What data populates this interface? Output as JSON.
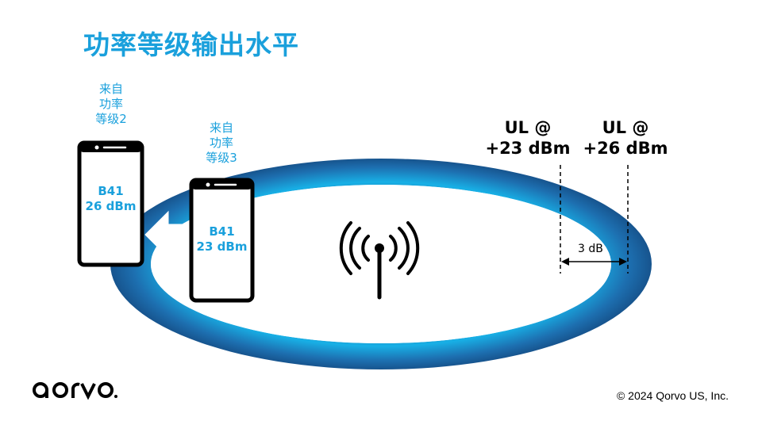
{
  "title": "功率等级输出水平",
  "phone_left": {
    "caption": [
      "来自",
      "功率",
      "等级2"
    ],
    "band": "B41",
    "power": "26 dBm"
  },
  "phone_right": {
    "caption": [
      "来自",
      "功率",
      "等级3"
    ],
    "band": "B41",
    "power": "23 dBm"
  },
  "ul_labels": [
    {
      "line1": "UL @",
      "line2": "+23 dBm"
    },
    {
      "line1": "UL @",
      "line2": "+26 dBm"
    }
  ],
  "gap_label": "3 dB",
  "footer": {
    "logo": "qorvo",
    "copyright": "© 2024 Qorvo US, Inc."
  },
  "colors": {
    "accent": "#1aa0dc",
    "ring_dark": "#1a5e9a",
    "ring_light": "#18b0e6"
  },
  "icons": [
    "antenna-icon",
    "arrow-left-icon",
    "phone-icon"
  ]
}
